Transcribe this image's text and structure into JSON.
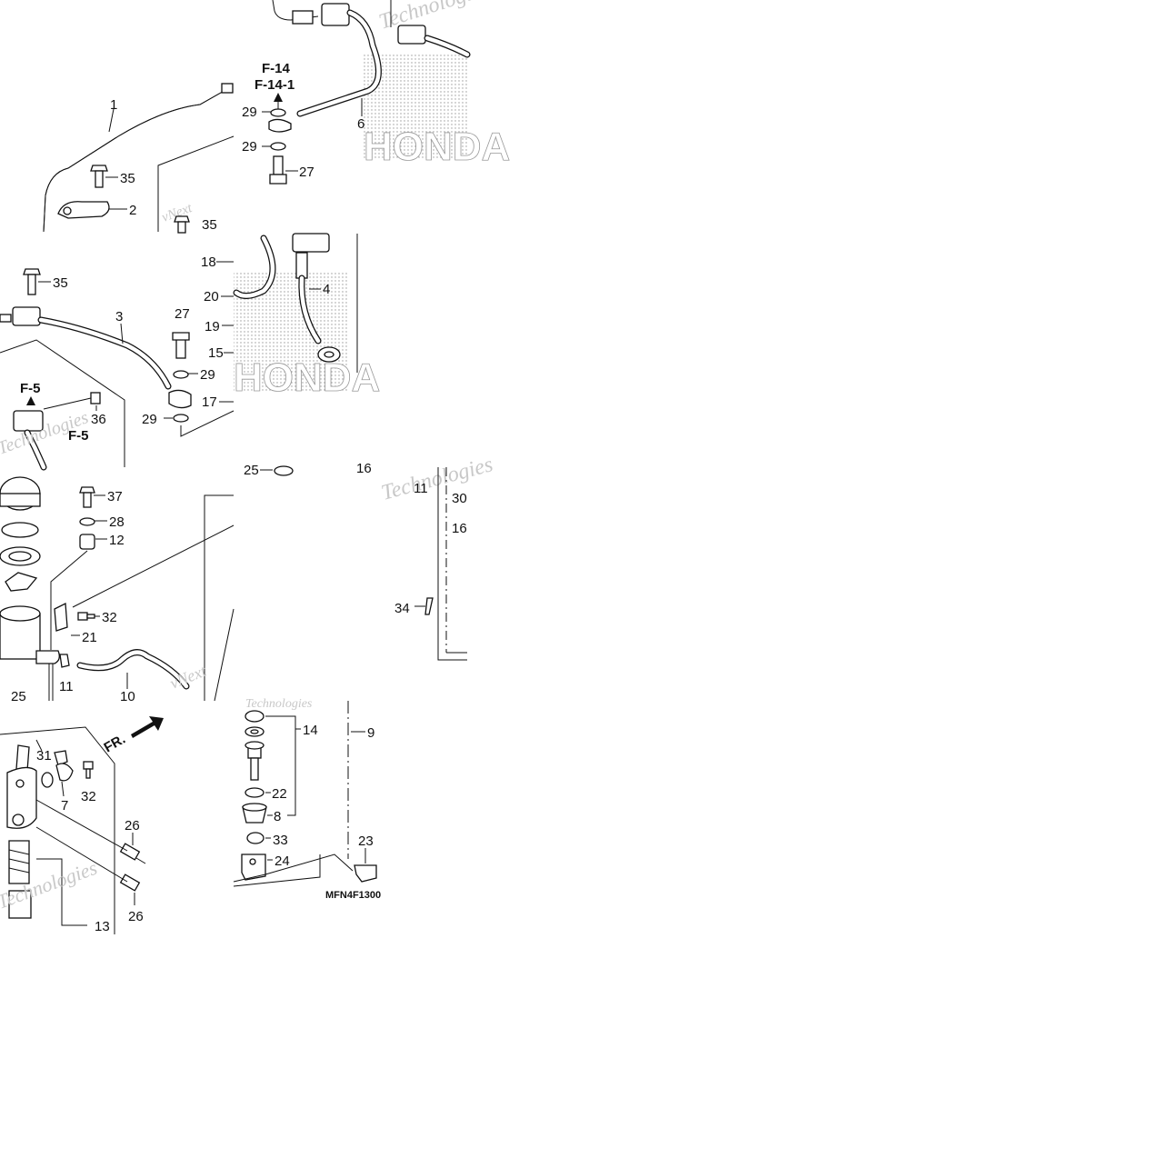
{
  "diagram_code": "MFN4F1300",
  "references": {
    "f14": "F-14",
    "f14_1": "F-14-1",
    "f5_a": "F-5",
    "f5_b": "F-5"
  },
  "direction_label": "FR.",
  "watermark": "Technologies",
  "logo_text": "HONDA",
  "callouts": {
    "c1": "1",
    "c2": "2",
    "c3": "3",
    "c4": "4",
    "c6": "6",
    "c7": "7",
    "c8": "8",
    "c9": "9",
    "c10": "10",
    "c11a": "11",
    "c11b": "11",
    "c12": "12",
    "c13": "13",
    "c14": "14",
    "c15": "15",
    "c16a": "16",
    "c16b": "16",
    "c17": "17",
    "c18": "18",
    "c19": "19",
    "c20": "20",
    "c21": "21",
    "c22": "22",
    "c23": "23",
    "c24": "24",
    "c25a": "25",
    "c25b": "25",
    "c26a": "26",
    "c26b": "26",
    "c27a": "27",
    "c27b": "27",
    "c28": "28",
    "c29a": "29",
    "c29b": "29",
    "c29c": "29",
    "c29d": "29",
    "c30": "30",
    "c31": "31",
    "c32a": "32",
    "c32b": "32",
    "c33": "33",
    "c34": "34",
    "c35a": "35",
    "c35b": "35",
    "c35c": "35",
    "c36": "36",
    "c37": "37"
  }
}
